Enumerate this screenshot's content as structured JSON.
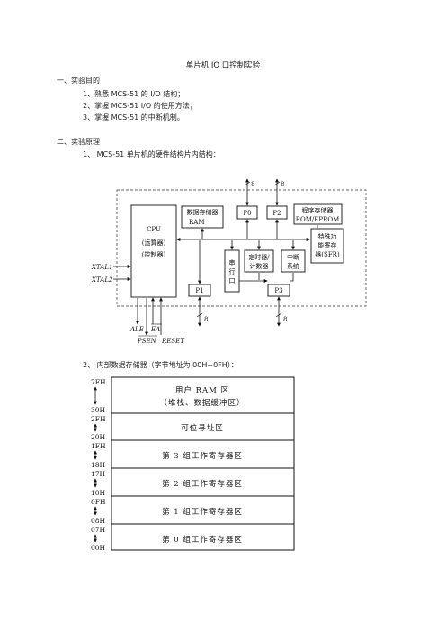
{
  "doc": {
    "title": "单片机 IO 口控制实验",
    "section1": {
      "heading": "一、实验目的",
      "items": [
        "1、熟悉 MCS-51 的 I/O 结构；",
        "2、掌握 MCS-51 I/O 的使用方法；",
        "3、掌握 MCS-51 的中断机制。"
      ]
    },
    "section2": {
      "heading": "二、实验原理",
      "item1": "1、 MCS-51 单片机的硬件结构片内结构：",
      "item2": "2、 内部数据存储器（字节地址为 00H~0FH）："
    }
  },
  "block_diagram": {
    "cpu": [
      "CPU",
      "(运算器)",
      "(控制器)"
    ],
    "ram": [
      "数据存储器",
      "RAM"
    ],
    "p0": "P0",
    "p2": "P2",
    "rom": [
      "程序存储器",
      "ROM/EPROM"
    ],
    "sfr": [
      "特殊功",
      "能寄存",
      "器(SFR)"
    ],
    "serial": [
      "串",
      "行",
      "口"
    ],
    "timer": [
      "定时器/",
      "计数器"
    ],
    "interrupt": [
      "中断",
      "系统"
    ],
    "p1": "P1",
    "p3": "P3",
    "bus_width": "8",
    "pins": {
      "xtal1": "XTAL1",
      "xtal2": "XTAL2",
      "ale": "ALE",
      "ea": "EA",
      "psen": "PSEN",
      "reset": "RESET"
    }
  },
  "ram_map": {
    "rows": [
      {
        "top": "7FH",
        "bottom": "30H",
        "lines": [
          "用户 RAM 区",
          "（堆栈、数据缓冲区）"
        ]
      },
      {
        "top": "2FH",
        "bottom": "20H",
        "lines": [
          "可位寻址区"
        ]
      },
      {
        "top": "1FH",
        "bottom": "18H",
        "lines": [
          "第 3 组工作寄存器区"
        ]
      },
      {
        "top": "17H",
        "bottom": "10H",
        "lines": [
          "第 2 组工作寄存器区"
        ]
      },
      {
        "top": "0FH",
        "bottom": "08H",
        "lines": [
          "第 1 组工作寄存器区"
        ]
      },
      {
        "top": "07H",
        "bottom": "00H",
        "lines": [
          "第 0 组工作寄存器区"
        ]
      }
    ]
  }
}
